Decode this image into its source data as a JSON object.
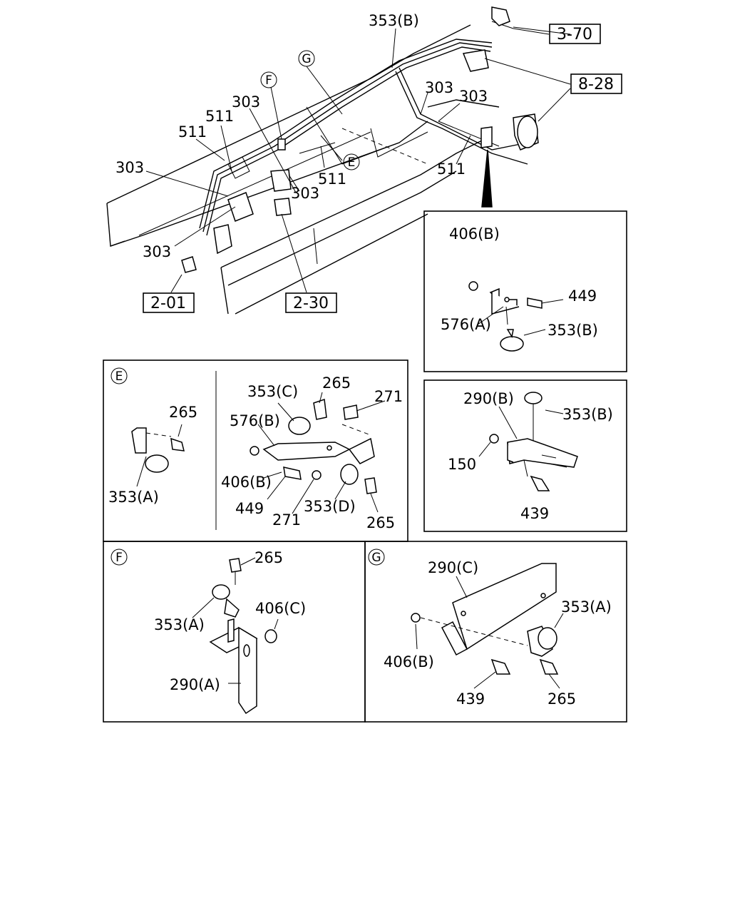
{
  "references": {
    "r370": "3-70",
    "r828": "8-28",
    "r201": "2-01",
    "r230": "2-30"
  },
  "circles": {
    "E": "E",
    "F": "F",
    "G": "G"
  },
  "main_labels": {
    "l353b": "353(B)",
    "l303a": "303",
    "l303b": "303",
    "l303c": "303",
    "l303d": "303",
    "l303e": "303",
    "l303f": "303",
    "l511a": "511",
    "l511b": "511",
    "l511c": "511",
    "l511d": "511"
  },
  "detail_clip": {
    "l406b": "406(B)",
    "l449": "449",
    "l576a": "576(A)",
    "l353b": "353(B)"
  },
  "detail_290b": {
    "l290b": "290(B)",
    "l353b": "353(B)",
    "l150": "150",
    "l439": "439"
  },
  "detail_e": {
    "circle": "E",
    "l265a": "265",
    "l353a": "353(A)",
    "l353c": "353(C)",
    "l265b": "265",
    "l271a": "271",
    "l576b": "576(B)",
    "l406b": "406(B)",
    "l449": "449",
    "l271b": "271",
    "l353d": "353(D)",
    "l265c": "265"
  },
  "detail_f": {
    "circle": "F",
    "l265": "265",
    "l353a": "353(A)",
    "l406c": "406(C)",
    "l290a": "290(A)"
  },
  "detail_g": {
    "circle": "G",
    "l290c": "290(C)",
    "l353a": "353(A)",
    "l406b": "406(B)",
    "l439": "439",
    "l265": "265"
  }
}
